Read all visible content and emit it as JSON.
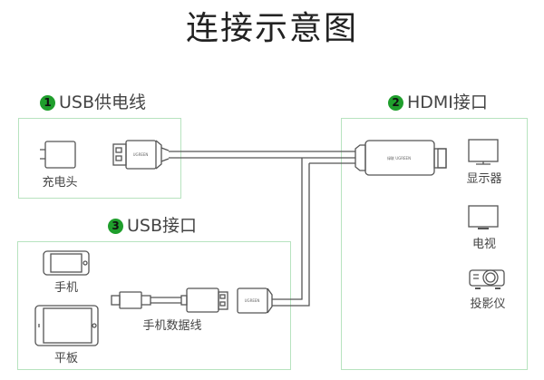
{
  "title": "连接示意图",
  "accent_color": "#1f9e2c",
  "box_border_color": "#b7e3bf",
  "sections": [
    {
      "number": "1",
      "label": "USB供电线",
      "items": [
        {
          "icon": "charger-icon",
          "caption": "充电头"
        }
      ],
      "connector": {
        "icon": "usb-a-male-plug-icon",
        "brand_text": "UGREEN"
      }
    },
    {
      "number": "2",
      "label": "HDMI接口",
      "items": [
        {
          "icon": "monitor-icon",
          "caption": "显示器"
        },
        {
          "icon": "tv-icon",
          "caption": "电视"
        },
        {
          "icon": "projector-icon",
          "caption": "投影仪"
        }
      ],
      "connector": {
        "icon": "hdmi-adapter-icon",
        "brand_text": "绿联 UGREEN"
      }
    },
    {
      "number": "3",
      "label": "USB接口",
      "items": [
        {
          "icon": "phone-icon",
          "caption": "手机"
        },
        {
          "icon": "tablet-icon",
          "caption": "平板"
        }
      ],
      "cable": {
        "icon": "phone-data-cable-icon",
        "caption": "手机数据线"
      },
      "connector": {
        "icon": "usb-a-female-socket-icon",
        "brand_text": "UGREEN"
      }
    }
  ]
}
